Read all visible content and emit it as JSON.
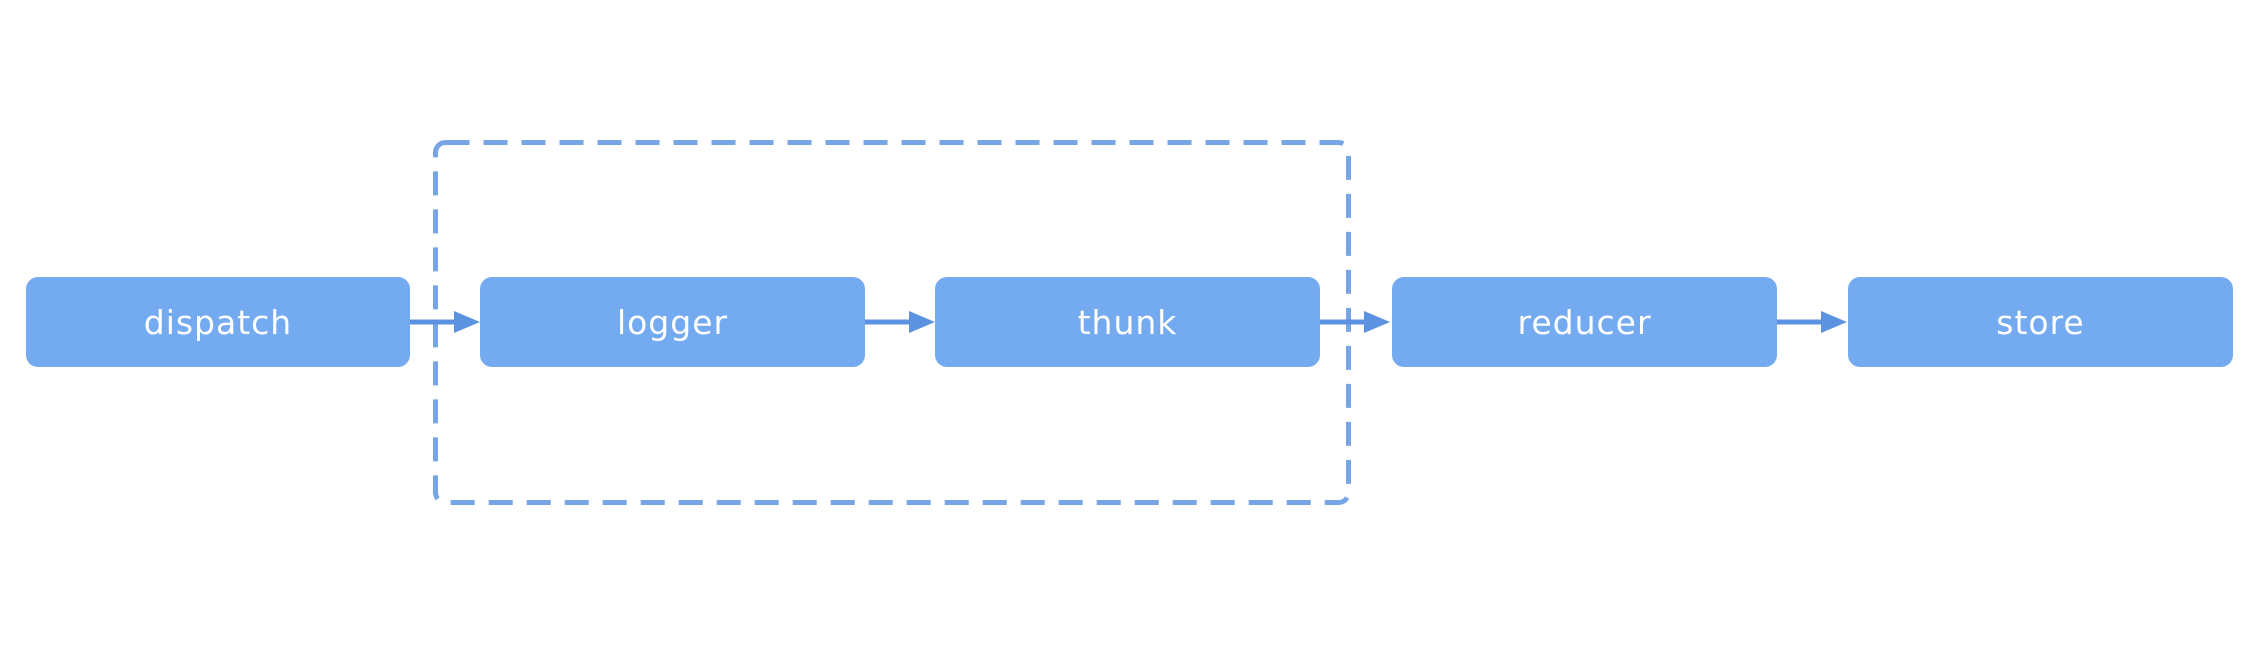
{
  "diagram": {
    "nodes": [
      {
        "id": "dispatch",
        "label": "dispatch"
      },
      {
        "id": "logger",
        "label": "logger"
      },
      {
        "id": "thunk",
        "label": "thunk"
      },
      {
        "id": "reducer",
        "label": "reducer"
      },
      {
        "id": "store",
        "label": "store"
      }
    ],
    "edges": [
      {
        "from": "dispatch",
        "to": "logger"
      },
      {
        "from": "logger",
        "to": "thunk"
      },
      {
        "from": "thunk",
        "to": "reducer"
      },
      {
        "from": "reducer",
        "to": "store"
      }
    ],
    "group": {
      "style": "dashed",
      "contains": [
        "logger",
        "thunk"
      ]
    },
    "colors": {
      "background": "#ffffff",
      "node_fill": "#74aaf0",
      "text": "#ffffff",
      "arrow": "#5b93e0",
      "dashed_border": "#78a5e6"
    }
  }
}
